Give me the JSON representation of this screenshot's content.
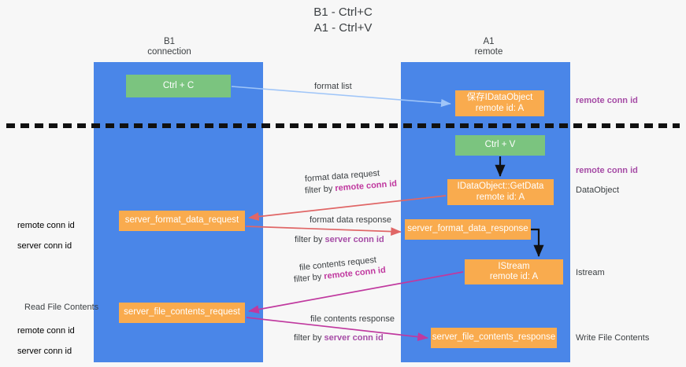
{
  "diagram": {
    "title": "B1 - Ctrl+C\nA1 - Ctrl+V",
    "colors": {
      "lane": "#4a86e8",
      "node_green": "#7bc47f",
      "node_orange": "#f9ab4e",
      "remote_conn_id": "#a64ca6",
      "server_conn_id": "#6aa84f",
      "arrow_format_list": "#9fc5f8",
      "arrow_format_data": "#e06666",
      "arrow_file_contents": "#c0399f",
      "arrow_black": "#000000",
      "background": "#f7f7f7"
    },
    "columns": [
      {
        "id": "b1",
        "title": "B1\nconnection"
      },
      {
        "id": "a1",
        "title": "A1\nremote"
      }
    ],
    "nodes": [
      {
        "id": "ctrl_c",
        "label": "Ctrl + C",
        "kind": "green",
        "lane": "b1"
      },
      {
        "id": "save_idataobject",
        "label": "保存IDataObject\nremote id: A",
        "kind": "orange",
        "lane": "a1"
      },
      {
        "id": "ctrl_v",
        "label": "Ctrl + V",
        "kind": "green",
        "lane": "a1"
      },
      {
        "id": "getdata",
        "label": "IDataObject::GetData\nremote id: A",
        "kind": "orange",
        "lane": "a1"
      },
      {
        "id": "server_format_data_request",
        "label": "server_format_data_request",
        "kind": "orange",
        "lane": "b1"
      },
      {
        "id": "server_format_data_response",
        "label": "server_format_data_response",
        "kind": "orange",
        "lane": "a1"
      },
      {
        "id": "istream",
        "label": "IStream\nremote id: A",
        "kind": "orange",
        "lane": "a1"
      },
      {
        "id": "server_file_contents_request",
        "label": "server_file_contents_request",
        "kind": "orange",
        "lane": "b1"
      },
      {
        "id": "server_file_contents_response",
        "label": "server_file_contents_response",
        "kind": "orange",
        "lane": "a1"
      }
    ],
    "edge_labels": {
      "format_list": "format list",
      "format_data_request": "format data request",
      "format_data_request_filter_prefix": "filter by ",
      "format_data_request_filter_key": "remote conn id",
      "format_data_response": "format data response",
      "format_data_response_filter_prefix": "filter by ",
      "format_data_response_filter_key": "server conn id",
      "file_contents_request": "file contents request",
      "file_contents_request_filter_prefix": "filter by ",
      "file_contents_request_filter_key": "remote conn id",
      "file_contents_response": "file contents response",
      "file_contents_response_filter_prefix": "filter by ",
      "file_contents_response_filter_key": "server conn id"
    },
    "annotations_right": [
      {
        "id": "r1",
        "text": "remote conn id",
        "style": "purple"
      },
      {
        "id": "r2",
        "text": "remote conn id",
        "style": "purple"
      },
      {
        "id": "r3",
        "text": "DataObject",
        "style": "dark"
      },
      {
        "id": "r4",
        "text": "Istream",
        "style": "dark"
      },
      {
        "id": "r5",
        "text": "Write File Contents",
        "style": "dark"
      }
    ],
    "annotations_left": [
      {
        "id": "l1",
        "text": "remote conn id\nserver conn id",
        "style": "pair"
      },
      {
        "id": "l2",
        "text": "Read File Contents",
        "style": "dark"
      },
      {
        "id": "l3",
        "text": "remote conn id\nserver conn id",
        "style": "pair"
      }
    ]
  }
}
